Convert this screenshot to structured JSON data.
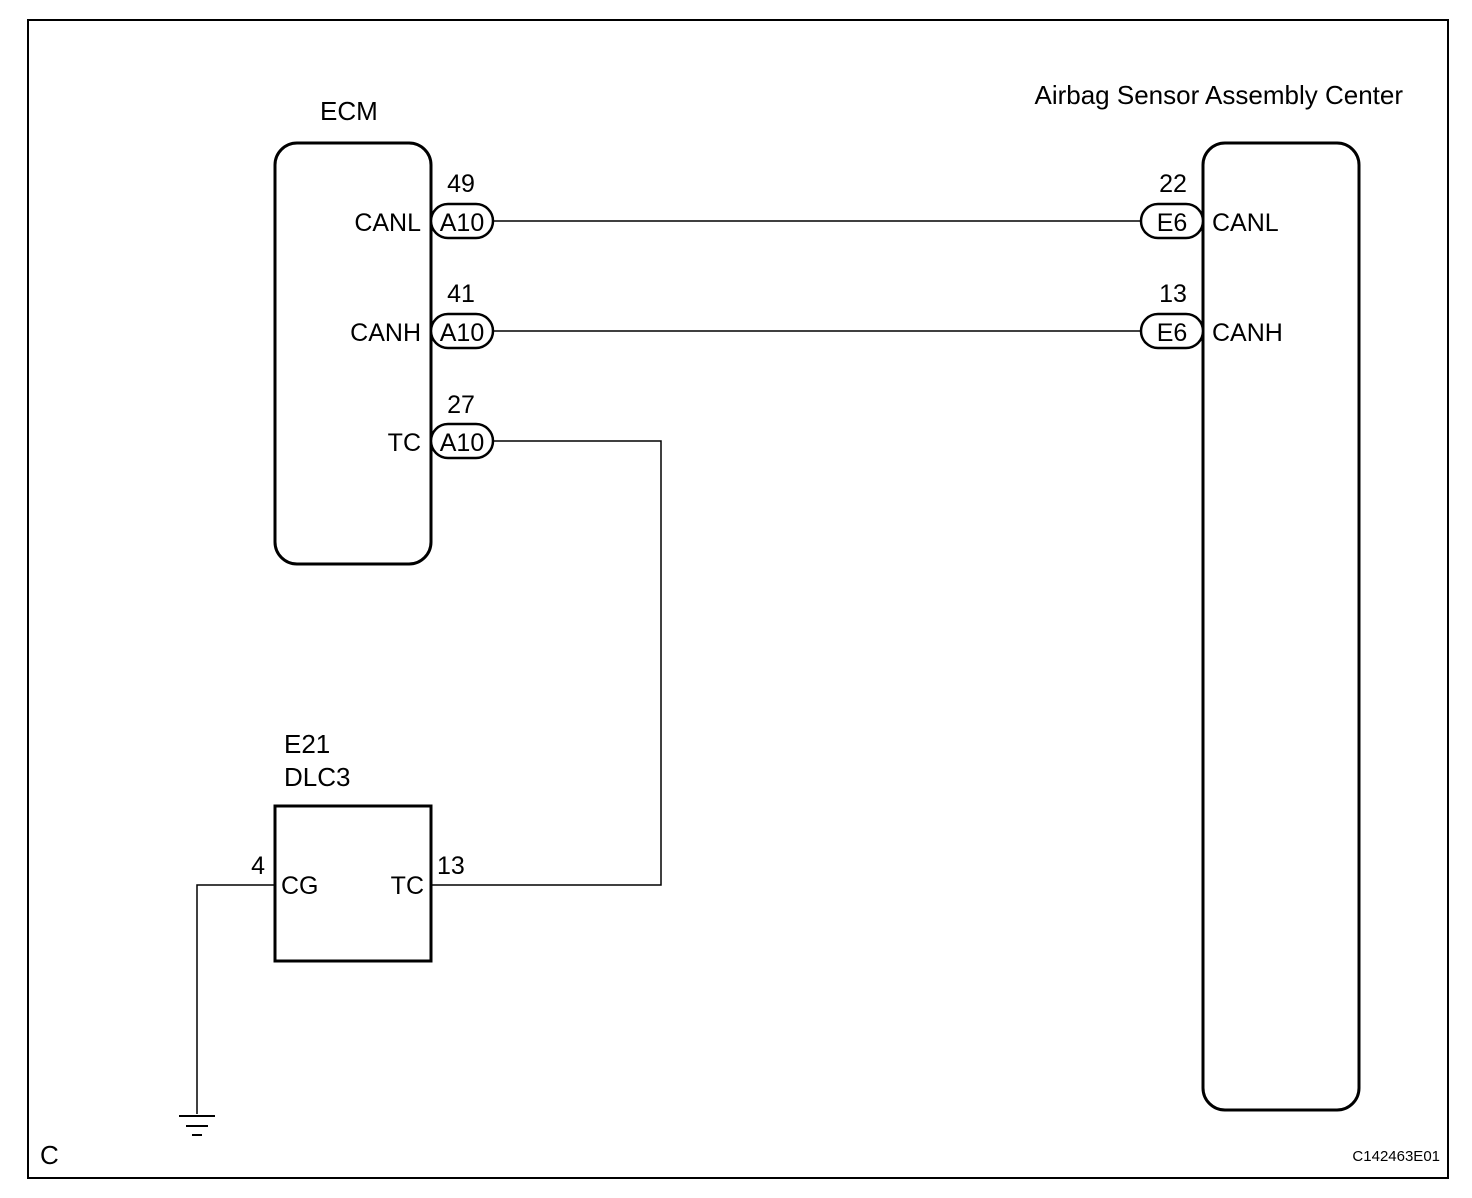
{
  "corner_label": "C",
  "figure_code": "C142463E01",
  "ecm": {
    "title": "ECM",
    "pins": [
      {
        "label": "CANL",
        "number": "49",
        "connector": "A10"
      },
      {
        "label": "CANH",
        "number": "41",
        "connector": "A10"
      },
      {
        "label": "TC",
        "number": "27",
        "connector": "A10"
      }
    ]
  },
  "airbag": {
    "title": "Airbag Sensor Assembly Center",
    "pins": [
      {
        "label": "CANL",
        "number": "22",
        "connector": "E6"
      },
      {
        "label": "CANH",
        "number": "13",
        "connector": "E6"
      }
    ]
  },
  "dlc3": {
    "code": "E21",
    "title": "DLC3",
    "pins": [
      {
        "label": "CG",
        "number": "4"
      },
      {
        "label": "TC",
        "number": "13"
      }
    ]
  },
  "ground_icon": "ground-symbol-icon"
}
